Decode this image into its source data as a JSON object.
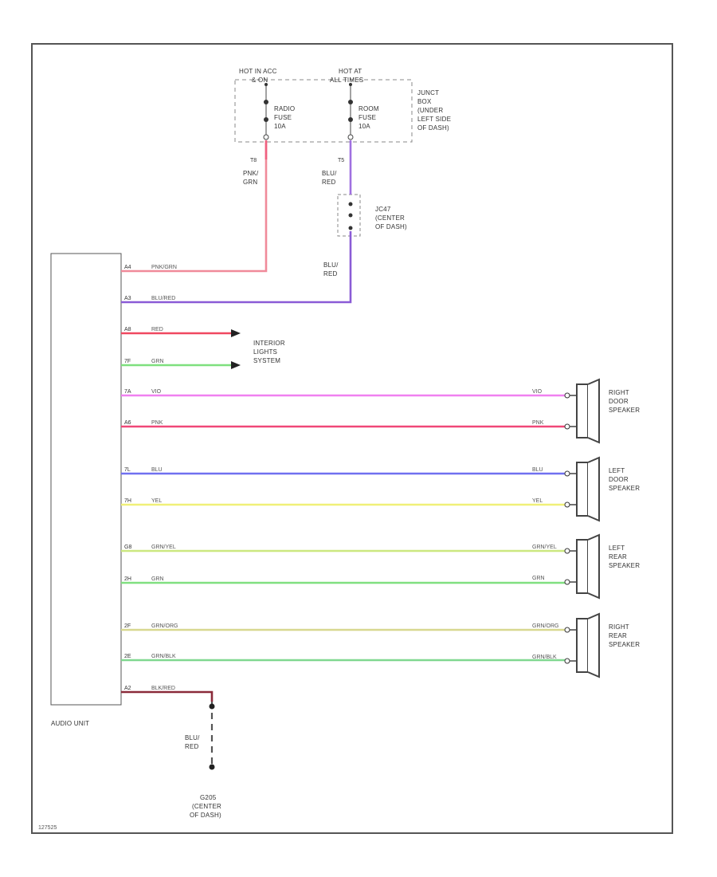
{
  "fuse_box": {
    "hot_left": [
      "HOT IN ACC",
      "& ON"
    ],
    "hot_right": [
      "HOT AT",
      "ALL TIMES"
    ],
    "fuse_left": [
      "RADIO",
      "FUSE",
      "10A"
    ],
    "fuse_right": [
      "ROOM",
      "FUSE",
      "10A"
    ],
    "box_label": [
      "JUNCT",
      "BOX",
      "(UNDER",
      "LEFT SIDE",
      "OF DASH)"
    ],
    "pin_left": "T8",
    "pin_right": "T5"
  },
  "wire_labels": {
    "pnk_grn": [
      "PNK/",
      "GRN"
    ],
    "blu_red_top": [
      "BLU/",
      "RED"
    ],
    "blu_red_mid": [
      "BLU/",
      "RED"
    ],
    "blu_red_ground": [
      "BLU/",
      "RED"
    ]
  },
  "joint": {
    "label": [
      "JC47",
      "(CENTER",
      "OF DASH)"
    ]
  },
  "audio_unit": {
    "label": "AUDIO UNIT"
  },
  "interior_lights": [
    "INTERIOR",
    "LIGHTS",
    "SYSTEM"
  ],
  "rows": [
    {
      "pin": "A4",
      "wire": "PNK/GRN",
      "color": "#f08a9a"
    },
    {
      "pin": "A3",
      "wire": "BLU/RED",
      "color": "#8a5bd6"
    },
    {
      "pin": "A8",
      "wire": "RED",
      "color": "#f04860"
    },
    {
      "pin": "7F",
      "wire": "GRN",
      "color": "#7ee07e"
    },
    {
      "pin": "7A",
      "wire": "VIO",
      "color": "#f080f0"
    },
    {
      "pin": "A6",
      "wire": "PNK",
      "color": "#f04878"
    },
    {
      "pin": "7L",
      "wire": "BLU",
      "color": "#7070f0"
    },
    {
      "pin": "7H",
      "wire": "YEL",
      "color": "#f0f078"
    },
    {
      "pin": "G8",
      "wire": "GRN/YEL",
      "color": "#cce880"
    },
    {
      "pin": "2H",
      "wire": "GRN",
      "color": "#80e080"
    },
    {
      "pin": "2F",
      "wire": "GRN/ORG",
      "color": "#d8d890"
    },
    {
      "pin": "2E",
      "wire": "GRN/BLK",
      "color": "#80d890"
    },
    {
      "pin": "A2",
      "wire": "BLK/RED",
      "color": "#8a2a3a"
    }
  ],
  "speakers": [
    {
      "label": [
        "RIGHT",
        "DOOR",
        "SPEAKER"
      ],
      "top_wire": "VIO",
      "bottom_wire": "PNK"
    },
    {
      "label": [
        "LEFT",
        "DOOR",
        "SPEAKER"
      ],
      "top_wire": "BLU",
      "bottom_wire": "YEL"
    },
    {
      "label": [
        "LEFT",
        "REAR",
        "SPEAKER"
      ],
      "top_wire": "GRN/YEL",
      "bottom_wire": "GRN"
    },
    {
      "label": [
        "RIGHT",
        "REAR",
        "SPEAKER"
      ],
      "top_wire": "GRN/ORG",
      "bottom_wire": "GRN/BLK"
    }
  ],
  "ground": {
    "label": [
      "G205",
      "(CENTER",
      "OF DASH)"
    ]
  },
  "footer_code": "127525",
  "colors": {
    "frame": "#555555",
    "dash": "#888888",
    "pnk_grn": "#f06080",
    "blu_red": "#a070e0"
  }
}
